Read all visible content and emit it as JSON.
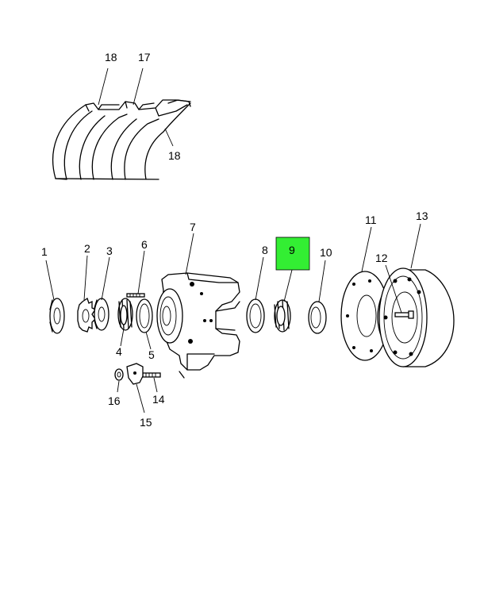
{
  "diagram": {
    "highlight_color": "#33ee33",
    "highlighted_part": "9",
    "labels": {
      "p1": "1",
      "p2": "2",
      "p3": "3",
      "p4": "4",
      "p5": "5",
      "p6": "6",
      "p7": "7",
      "p8": "8",
      "p9": "9",
      "p10": "10",
      "p11": "11",
      "p12": "12",
      "p13": "13",
      "p14": "14",
      "p15": "15",
      "p16": "16",
      "p17": "17",
      "p18a": "18",
      "p18b": "18"
    }
  }
}
